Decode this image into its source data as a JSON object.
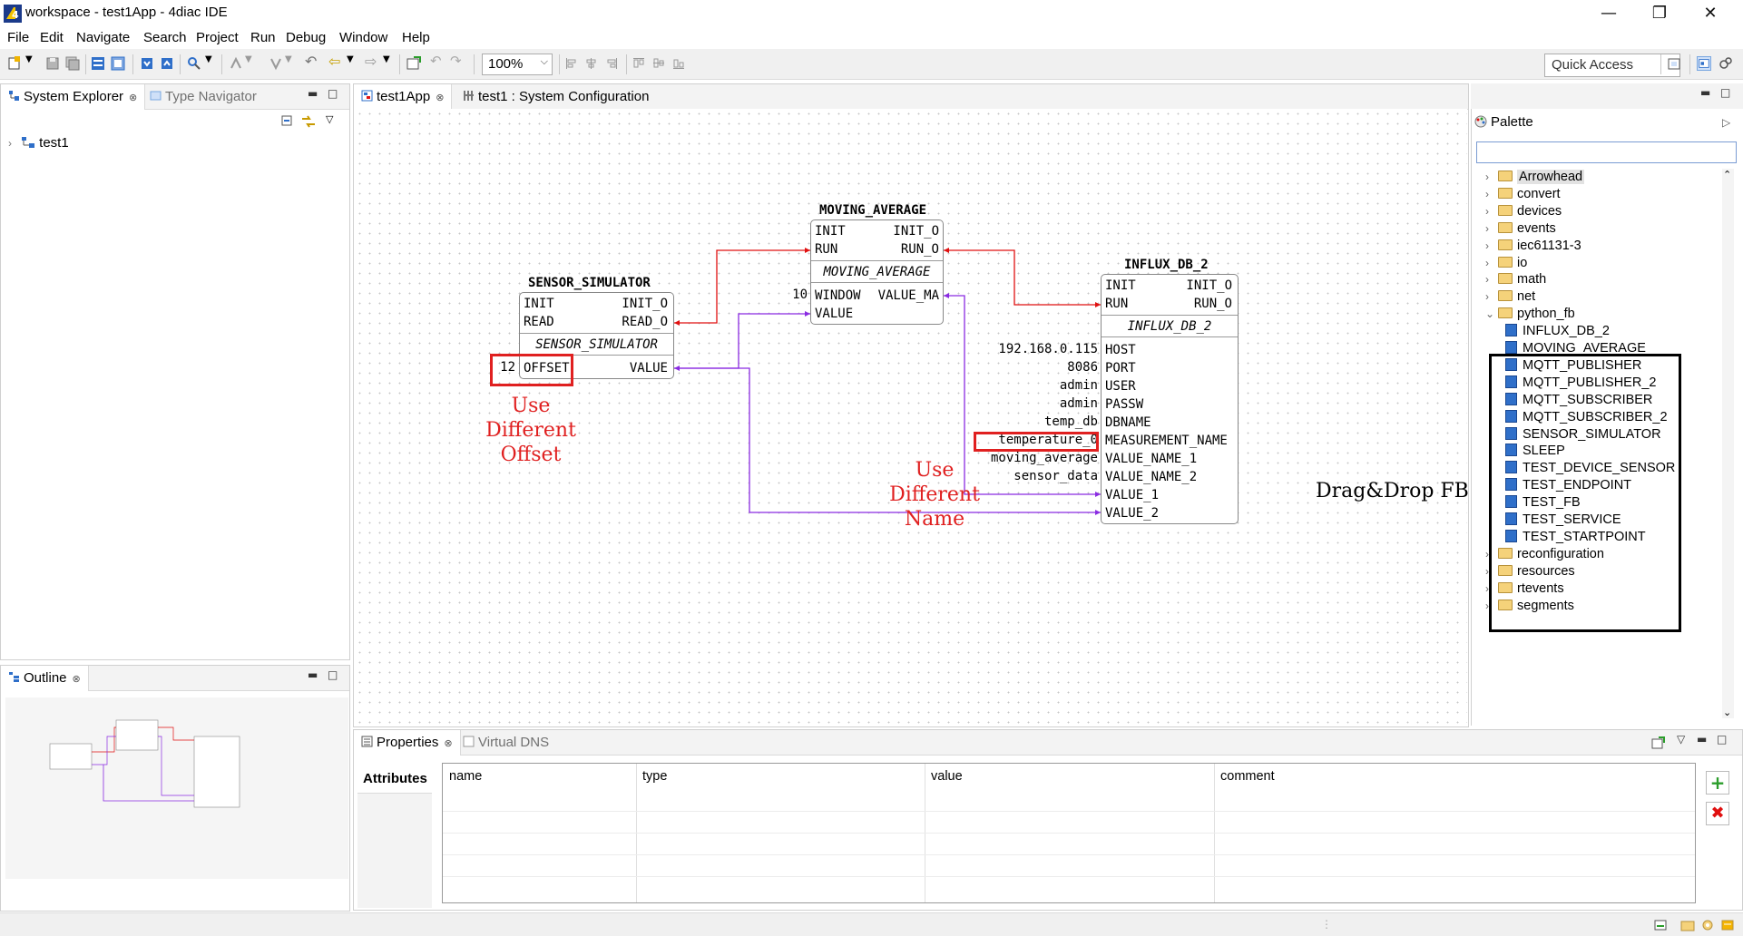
{
  "window": {
    "title": "workspace - test1App - 4diac IDE"
  },
  "menu": [
    "File",
    "Edit",
    "Navigate",
    "Search",
    "Project",
    "Run",
    "Debug",
    "Window",
    "Help"
  ],
  "toolbar": {
    "zoom": "100%",
    "quick_access": "Quick Access"
  },
  "left_panel": {
    "tabs": [
      {
        "label": "System Explorer"
      },
      {
        "label": "Type Navigator"
      }
    ],
    "tree": [
      {
        "label": "test1"
      }
    ]
  },
  "outline": {
    "tab": "Outline"
  },
  "editor": {
    "tabs": [
      {
        "label": "test1App"
      },
      {
        "label": "test1 : System Configuration"
      }
    ]
  },
  "blocks": {
    "sensor_simulator": {
      "name": "SENSOR_SIMULATOR",
      "type": "SENSOR_SIMULATOR",
      "event_in": [
        "INIT",
        "READ"
      ],
      "event_out": [
        "INIT_O",
        "READ_O"
      ],
      "data_in": [
        "OFFSET"
      ],
      "data_out": [
        "VALUE"
      ],
      "params": [
        "12"
      ]
    },
    "moving_average": {
      "name": "MOVING_AVERAGE",
      "type": "MOVING_AVERAGE",
      "event_in": [
        "INIT",
        "RUN"
      ],
      "event_out": [
        "INIT_O",
        "RUN_O"
      ],
      "data_in": [
        "WINDOW",
        "VALUE"
      ],
      "data_out": [
        "VALUE_MA"
      ],
      "params": [
        "10"
      ]
    },
    "influx_db_2": {
      "name": "INFLUX_DB_2",
      "type": "INFLUX_DB_2",
      "event_in": [
        "INIT",
        "RUN"
      ],
      "event_out": [
        "INIT_O",
        "RUN_O"
      ],
      "data_in": [
        "HOST",
        "PORT",
        "USER",
        "PASSW",
        "DBNAME",
        "MEASUREMENT_NAME",
        "VALUE_NAME_1",
        "VALUE_NAME_2",
        "VALUE_1",
        "VALUE_2"
      ],
      "params": [
        "192.168.0.115",
        "8086",
        "admin",
        "admin",
        "temp_db",
        "temperature_0",
        "moving_average",
        "sensor_data"
      ]
    }
  },
  "annotations": {
    "offset": [
      "Use",
      "Different",
      "Offset"
    ],
    "name": [
      "Use",
      "Different",
      "Name"
    ],
    "drag_drop": "Drag&Drop FB"
  },
  "palette": {
    "title": "Palette",
    "folders_top": [
      "Arrowhead",
      "convert",
      "devices",
      "events",
      "iec61131-3",
      "io",
      "math",
      "net",
      "python_fb"
    ],
    "python_fb_items": [
      "INFLUX_DB_2",
      "MOVING_AVERAGE",
      "MQTT_PUBLISHER",
      "MQTT_PUBLISHER_2",
      "MQTT_SUBSCRIBER",
      "MQTT_SUBSCRIBER_2",
      "SENSOR_SIMULATOR",
      "SLEEP",
      "TEST_DEVICE_SENSOR",
      "TEST_ENDPOINT",
      "TEST_FB",
      "TEST_SERVICE",
      "TEST_STARTPOINT"
    ],
    "folders_bottom": [
      "reconfiguration",
      "resources",
      "rtevents",
      "segments"
    ]
  },
  "properties": {
    "tabs": [
      {
        "label": "Properties"
      },
      {
        "label": "Virtual DNS"
      }
    ],
    "section": "Attributes",
    "columns": [
      "name",
      "type",
      "value",
      "comment"
    ]
  },
  "colors": {
    "event_line": "#e01010",
    "data_line": "#8a2be2",
    "annotation": "#e02020"
  }
}
